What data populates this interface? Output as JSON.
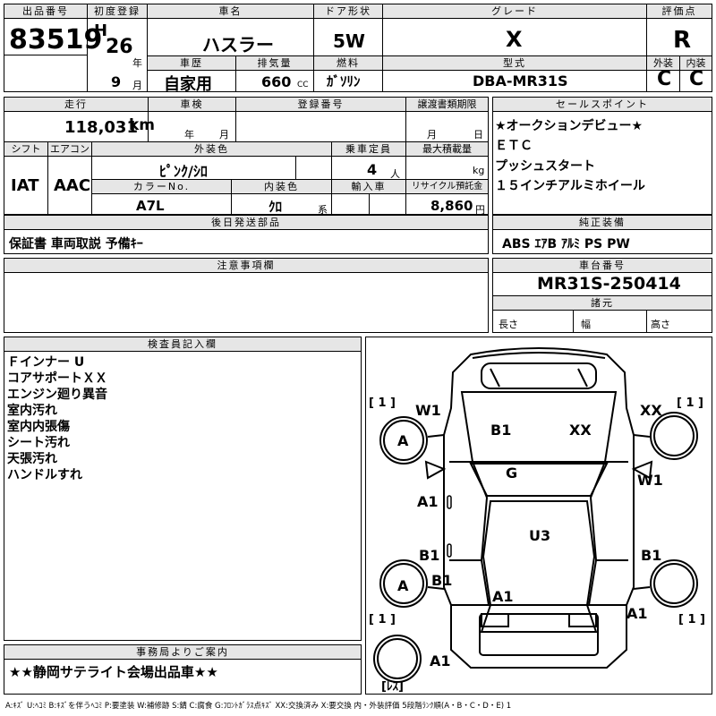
{
  "header": {
    "lot_label": "出品番号",
    "lot_number": "83519",
    "first_reg_label": "初度登録",
    "era_letter": "H",
    "year_num": "26",
    "year_unit": "年",
    "month_num": "9",
    "month_unit": "月",
    "car_name_label": "車名",
    "car_name": "ハスラー",
    "door_label": "ドア形状",
    "door": "5W",
    "grade_label": "グレード",
    "grade": "X",
    "score_label": "評価点",
    "score": "R",
    "ext_label": "外装",
    "ext_score": "C",
    "int_label": "内装",
    "int_score": "C",
    "history_label": "車歴",
    "history": "自家用",
    "displacement_label": "排気量",
    "displacement": "660",
    "displacement_unit": "CC",
    "fuel_label": "燃料",
    "fuel": "ｶﾞｿﾘﾝ",
    "model_label": "型式",
    "model": "DBA-MR31S"
  },
  "row2": {
    "mileage_label": "走行",
    "mileage": "118,031",
    "mileage_unit": "km",
    "inspection_label": "車検",
    "insp_year_unit": "年",
    "insp_month_unit": "月",
    "reg_label": "登録番号",
    "transfer_label": "譲渡書類期限",
    "transfer_month_unit": "月",
    "transfer_day_unit": "日",
    "shift_label": "シフト",
    "shift": "IAT",
    "ac_label": "エアコン",
    "ac": "AAC",
    "color_label": "外装色",
    "color": "ﾋﾟﾝｸ/ｼﾛ",
    "capacity_label": "乗車定員",
    "capacity": "4",
    "capacity_unit": "人",
    "load_label": "最大積載量",
    "load_unit": "kg",
    "color_no_label": "カラーNo.",
    "color_no": "A7L",
    "interior_label": "内装色",
    "interior": "ｸﾛ",
    "interior_unit": "系",
    "import_label": "輸入車",
    "recycle_label": "リサイクル預託金",
    "recycle": "8,860",
    "recycle_unit": "円"
  },
  "sales_points": {
    "label": "セールスポイント",
    "items": [
      "★オークションデビュー★",
      "ＥＴＣ",
      "プッシュスタート",
      "１５インチアルミホイール"
    ]
  },
  "later_parts": {
    "label": "後日発送部品",
    "value": "保証書 車両取説 予備ｷｰ"
  },
  "equipment": {
    "label": "純正装備",
    "value": "ABS ｴｱB ｱﾙﾐ PS PW"
  },
  "notes": {
    "label": "注意事項欄"
  },
  "chassis": {
    "label": "車台番号",
    "value": "MR31S-250414",
    "specs_label": "諸元",
    "length_label": "長さ",
    "width_label": "幅",
    "height_label": "高さ"
  },
  "inspector": {
    "label": "検査員記入欄",
    "lines": [
      "Ｆインナー U",
      "コアサポートＸＸ",
      "エンジン廻り異音",
      "室内汚れ",
      "室内内張傷",
      "シート汚れ",
      "天張汚れ",
      "ハンドルすれ"
    ]
  },
  "office": {
    "label": "事務局よりご案内",
    "value": "★★静岡サテライト会場出品車★★"
  },
  "diagram": {
    "marks": {
      "w1_front_left": "W1",
      "b1_hood": "B1",
      "xx_hood": "XX",
      "xx_right": "XX",
      "a_wheel_fl": "A",
      "g_windshield": "G",
      "w1_right": "W1",
      "a1_left_door": "A1",
      "u3_roof": "U3",
      "b1_left_rear": "B1",
      "b1_right_rear": "B1",
      "a_wheel_rl": "A",
      "b1_rear_left": "B1",
      "a1_rear_center": "A1",
      "a1_rear_right": "A1",
      "a1_bottom": "A1",
      "bracket_fl": "[ 1 ]",
      "bracket_fr": "[ 1 ]",
      "bracket_rl": "[ 1 ]",
      "bracket_rr": "[ 1 ]",
      "spare": "[ﾚｽ]"
    }
  },
  "legend": "A:ｷｽﾞ U:ﾍｺﾐ B:ｷｽﾞを伴うﾍｺﾐ P:要塗装 W:補修跡 S:錆 C:腐食 G:ﾌﾛﾝﾄｶﾞﾗｽ点ｷｽﾞ XX:交換済み X:要交換 内・外装評価 5段階ﾗﾝｸ順(A・B・C・D・E) 1"
}
